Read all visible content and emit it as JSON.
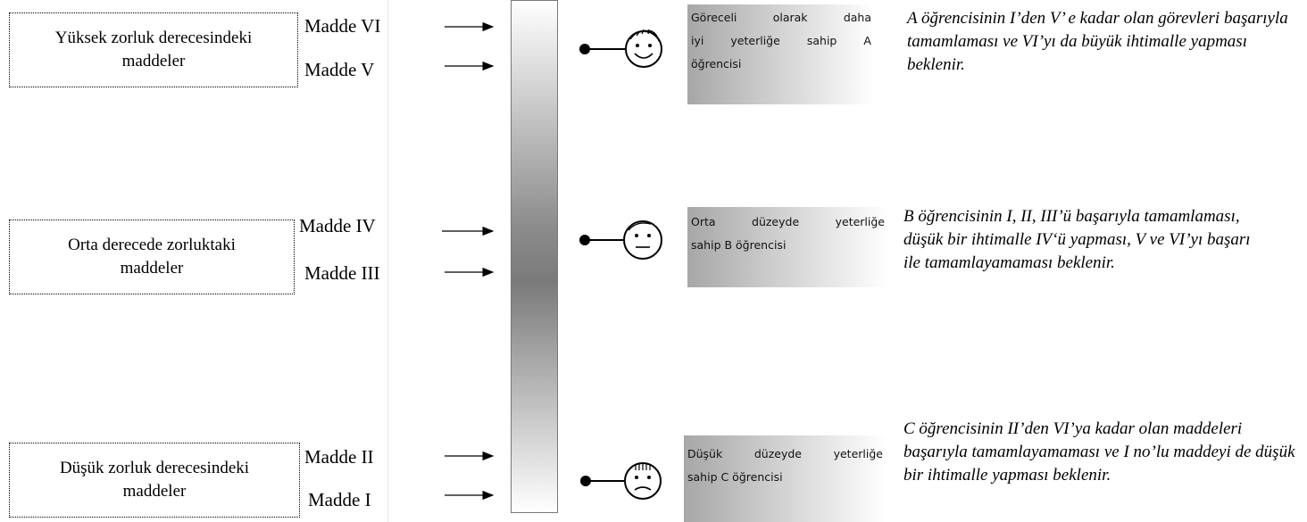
{
  "groups": [
    {
      "label_line1": "Yüksek zorluk derecesindeki",
      "label_line2": "maddeler"
    },
    {
      "label_line1": "Orta derecede zorluktaki",
      "label_line2": "maddeler"
    },
    {
      "label_line1": "Düşük zorluk derecesindeki",
      "label_line2": "maddeler"
    }
  ],
  "items": [
    "Madde VI",
    "Madde V",
    "Madde IV",
    "Madde III",
    "Madde II",
    "Madde I"
  ],
  "students": [
    {
      "box_lines": [
        "Göreceli olarak daha",
        "iyi yeterliğe sahip A",
        "öğrencisi"
      ],
      "face": "smiling-face-icon",
      "description": "A öğrencisinin I’den V’ e kadar olan görevleri başarıyla tamamlaması ve VI’yı da büyük ihtimalle yapması beklenir."
    },
    {
      "box_lines": [
        "Orta düzeyde yeterliğe",
        "sahip B öğrencisi"
      ],
      "face": "neutral-face-icon",
      "description": "B öğrencisinin I, II, III’ü başarıyla tamamlaması, düşük bir ihtimalle IV‘ü yapması, V ve VI’yı başarı ile tamamlayamaması beklenir."
    },
    {
      "box_lines": [
        "Düşük düzeyde yeterliğe",
        "sahip C öğrencisi"
      ],
      "face": "sad-face-icon",
      "description": "C öğrencisinin II’den VI’ya kadar olan maddeleri başarıyla tamamlayamaması ve I no’lu maddeyi de düşük bir ihtimalle yapması beklenir."
    }
  ]
}
